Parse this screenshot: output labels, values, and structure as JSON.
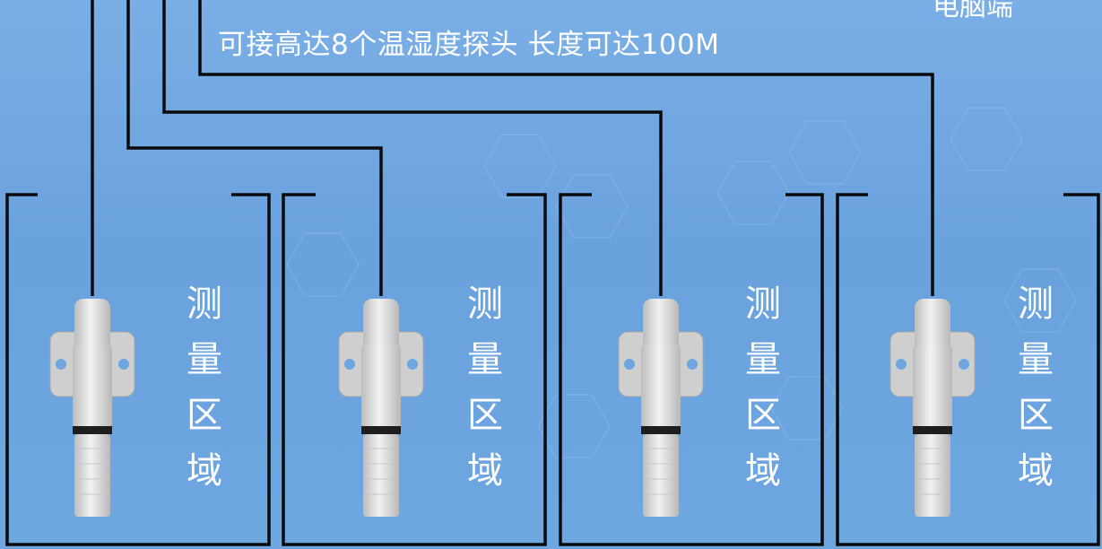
{
  "header": {
    "title": "可接高达8个温湿度探头 长度可达100M",
    "corner_text": "电脑端"
  },
  "zones": [
    {
      "label_chars": [
        "测",
        "量",
        "区",
        "域"
      ]
    },
    {
      "label_chars": [
        "测",
        "量",
        "区",
        "域"
      ]
    },
    {
      "label_chars": [
        "测",
        "量",
        "区",
        "域"
      ]
    },
    {
      "label_chars": [
        "测",
        "量",
        "区",
        "域"
      ]
    }
  ],
  "colors": {
    "background": "#6ea6e0",
    "line": "#0a0a0a",
    "text": "#ffffff",
    "probe_body": "#d9d9d9"
  }
}
